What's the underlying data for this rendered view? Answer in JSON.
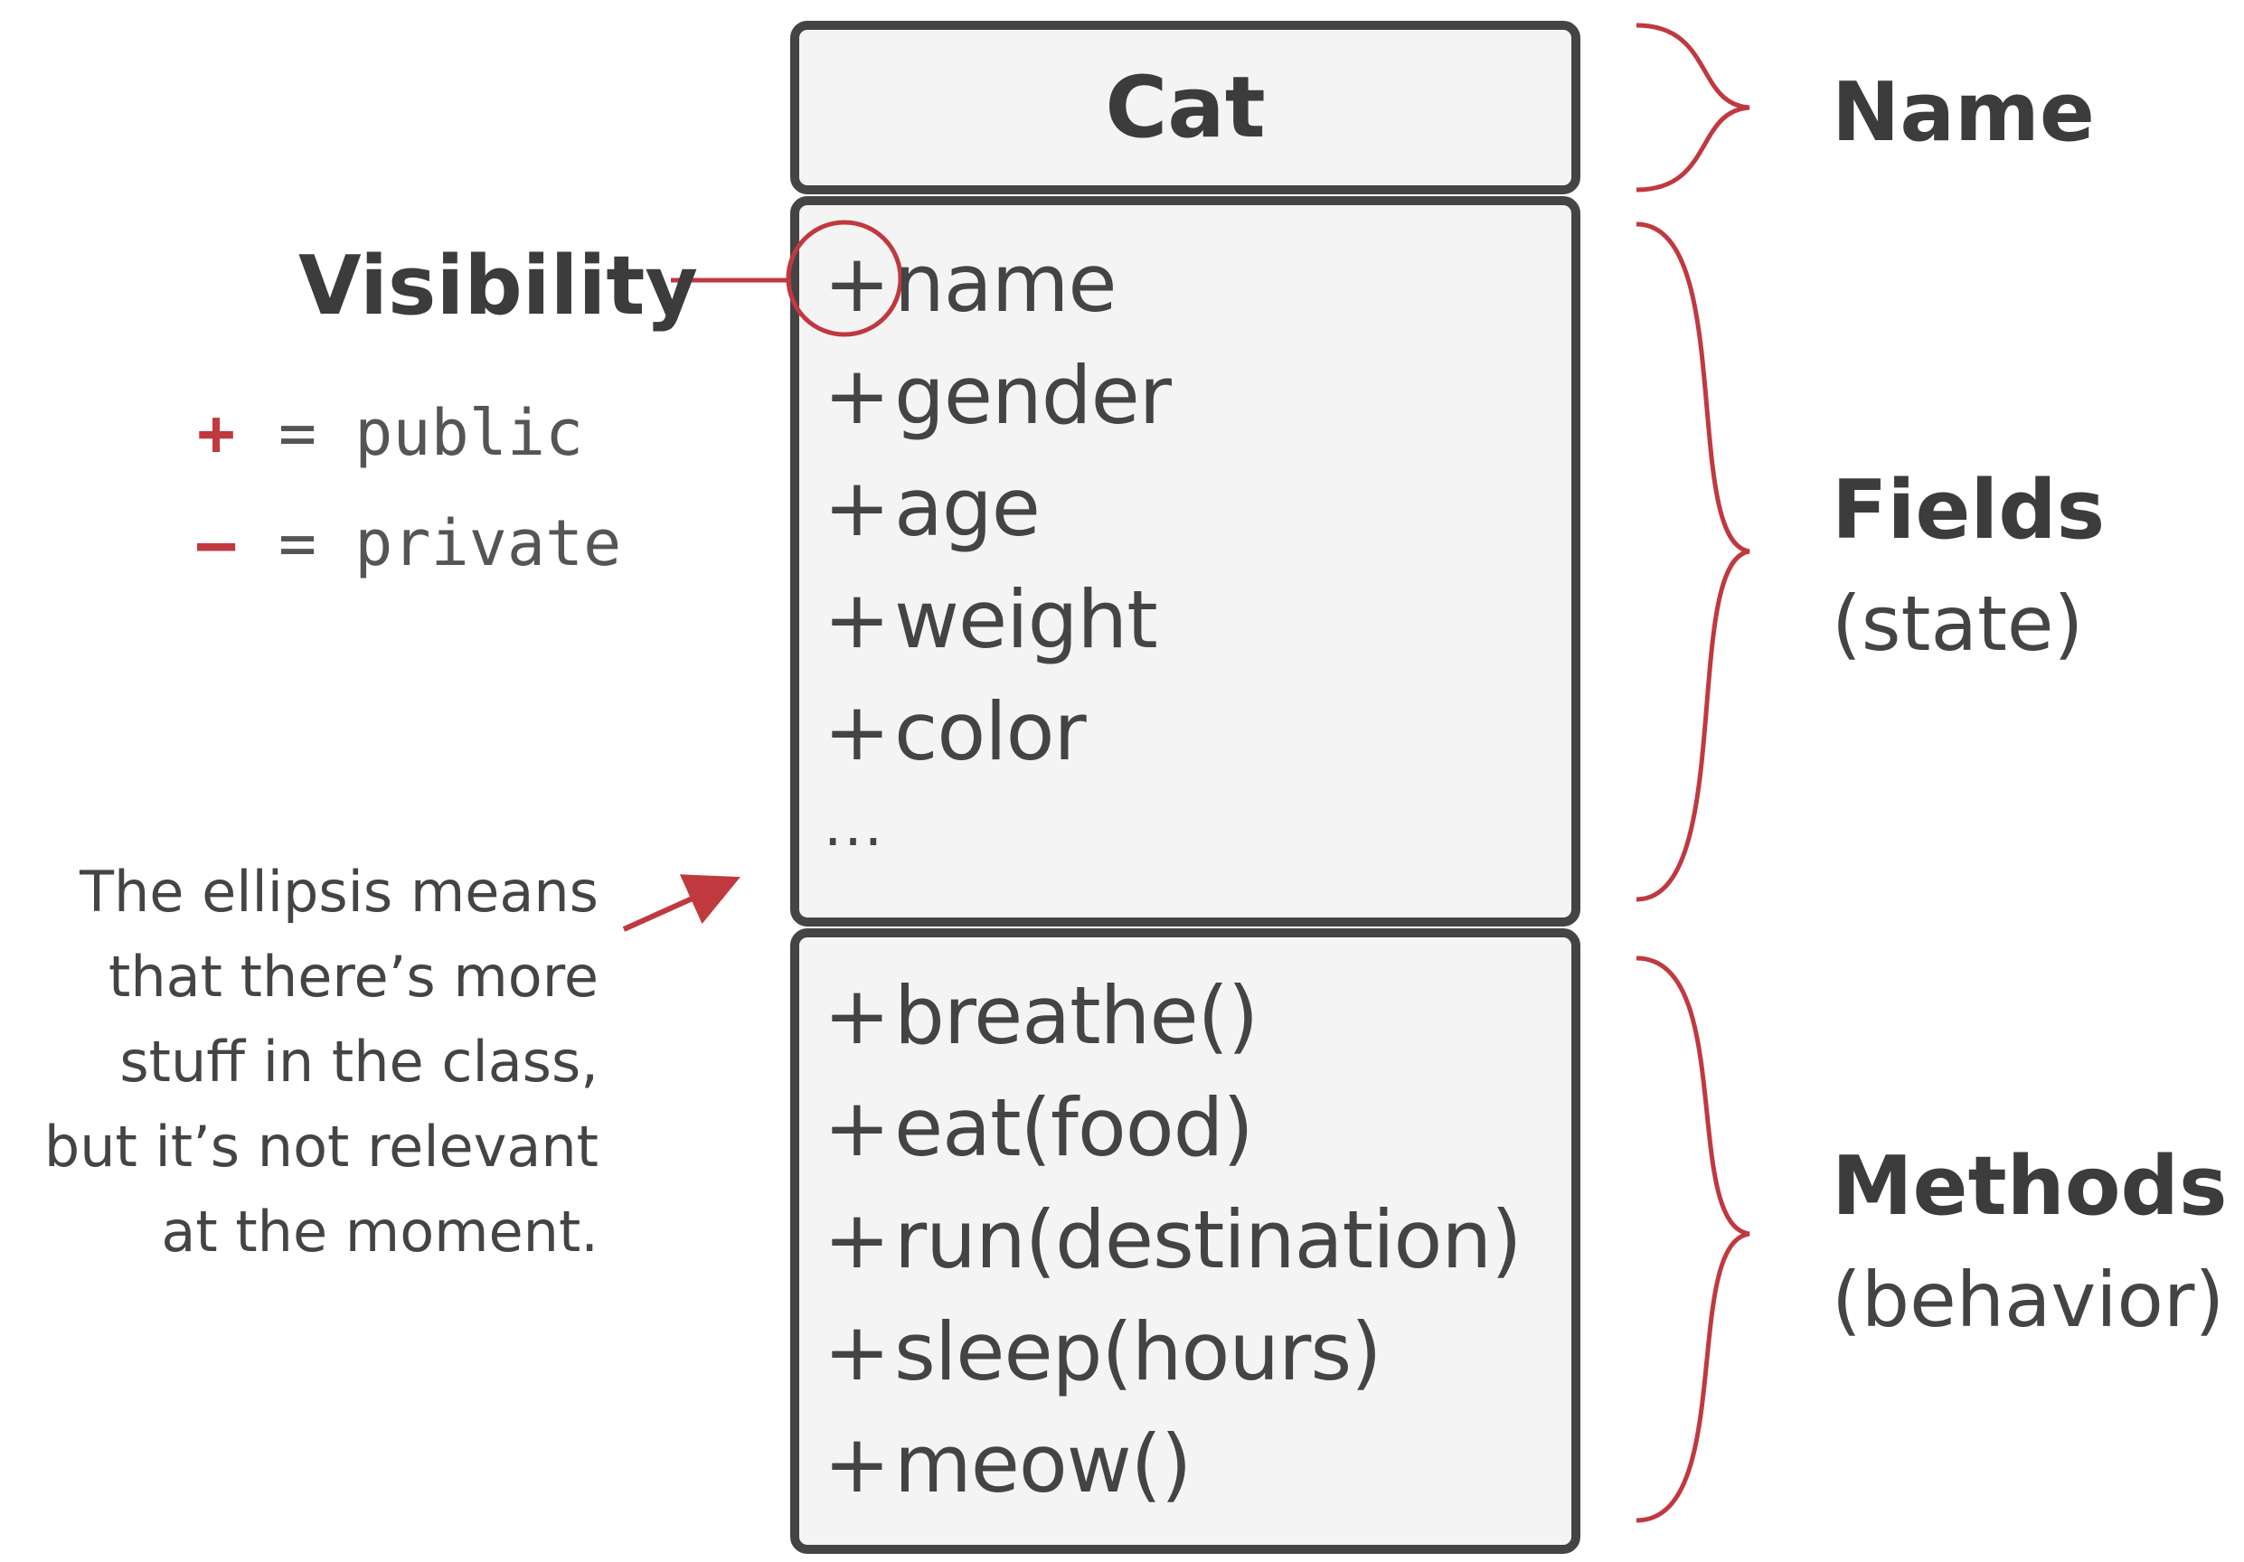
{
  "class_box": {
    "name": "Cat",
    "fields": [
      {
        "symbol": "+",
        "text": "name"
      },
      {
        "symbol": "+",
        "text": "gender"
      },
      {
        "symbol": "+",
        "text": "age"
      },
      {
        "symbol": "+",
        "text": "weight"
      },
      {
        "symbol": "+",
        "text": "color"
      }
    ],
    "fields_ellipsis": "...",
    "methods": [
      {
        "symbol": "+",
        "text": "breathe()"
      },
      {
        "symbol": "+",
        "text": "eat(food)"
      },
      {
        "symbol": "+",
        "text": "run(destination)"
      },
      {
        "symbol": "+",
        "text": "sleep(hours)"
      },
      {
        "symbol": "+",
        "text": "meow()"
      }
    ]
  },
  "annotations": {
    "name_label": "Name",
    "fields_label": "Fields",
    "fields_sub": "(state)",
    "methods_label": "Methods",
    "methods_sub": "(behavior)",
    "visibility_label": "Visibility",
    "legend": [
      {
        "symbol": "+",
        "meaning": "= public"
      },
      {
        "symbol": "–",
        "meaning": "= private"
      }
    ],
    "ellipsis_note": [
      "The ellipsis means",
      "that there’s more",
      "stuff in the class,",
      "but it’s not relevant",
      "at the moment."
    ]
  },
  "colors": {
    "accent": "#c0393f",
    "box_fill": "#f4f4f4",
    "box_stroke": "#444444",
    "text": "#444444"
  }
}
